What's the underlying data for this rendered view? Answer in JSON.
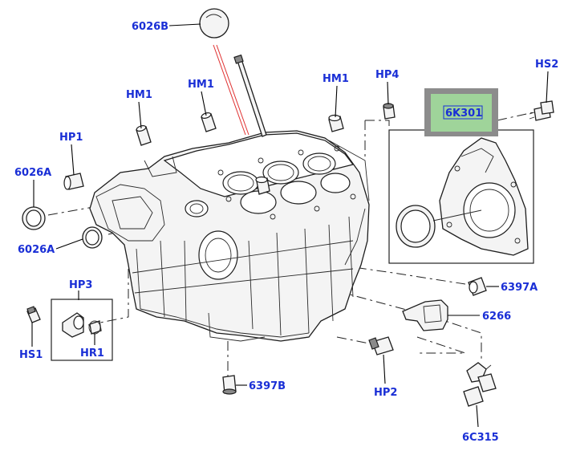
{
  "callouts": {
    "c6026B": "6026B",
    "hm1_a": "HM1",
    "hm1_b": "HM1",
    "hm1_c": "HM1",
    "hp4": "HP4",
    "hs2": "HS2",
    "hp1": "HP1",
    "c6026A_top": "6026A",
    "c6026A_bottom": "6026A",
    "c6K301": "6K301",
    "hp3": "HP3",
    "hs1": "HS1",
    "hr1": "HR1",
    "c6397A": "6397A",
    "c6266": "6266",
    "hp2": "HP2",
    "c6397B": "6397B",
    "c6C315": "6C315"
  },
  "colors": {
    "callout_text": "#1a2fd6",
    "highlight_fill": "#9fd49a",
    "highlight_frame": "#8c8c8c",
    "leader_line": "#000000",
    "red_line": "#e03030"
  }
}
